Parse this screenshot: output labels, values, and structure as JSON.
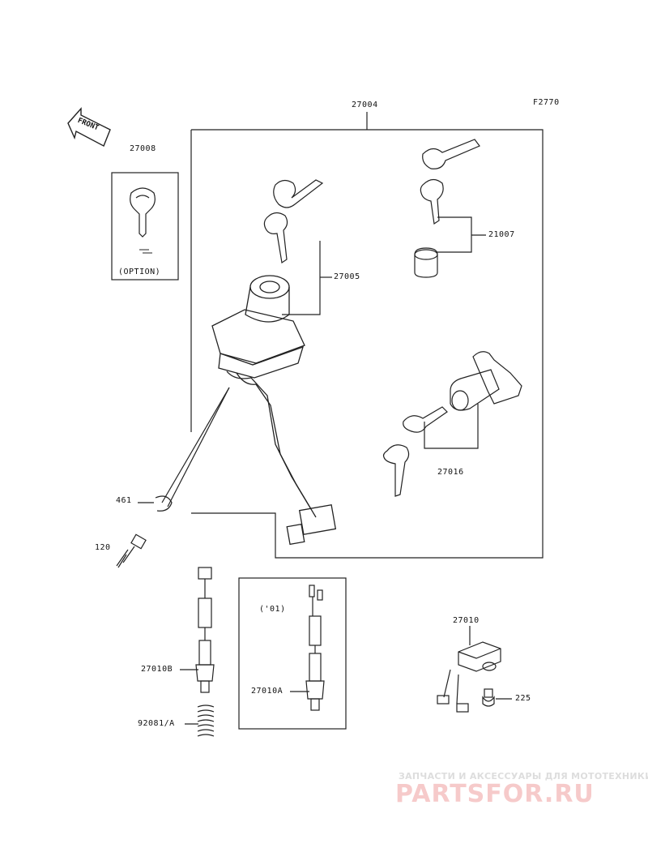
{
  "diagram_code": "F2770",
  "front_label": "FRONT",
  "parts": {
    "key_set": "27004",
    "key_blank": "27008",
    "option_note": "(OPTION)",
    "ignition_switch": "27005",
    "fuel_cap_lock": "21007",
    "seat_lock": "27016",
    "clamp": "461",
    "bolt": "120",
    "switch_b": "27010B",
    "spring": "92081/A",
    "year_note": "('01)",
    "switch_a": "27010A",
    "switch": "27010",
    "screw": "225"
  },
  "watermark": {
    "tagline": "ЗАПЧАСТИ И АКСЕССУАРЫ ДЛЯ МОТОТЕХНИКИ",
    "brand": "PARTSFOR.RU"
  }
}
